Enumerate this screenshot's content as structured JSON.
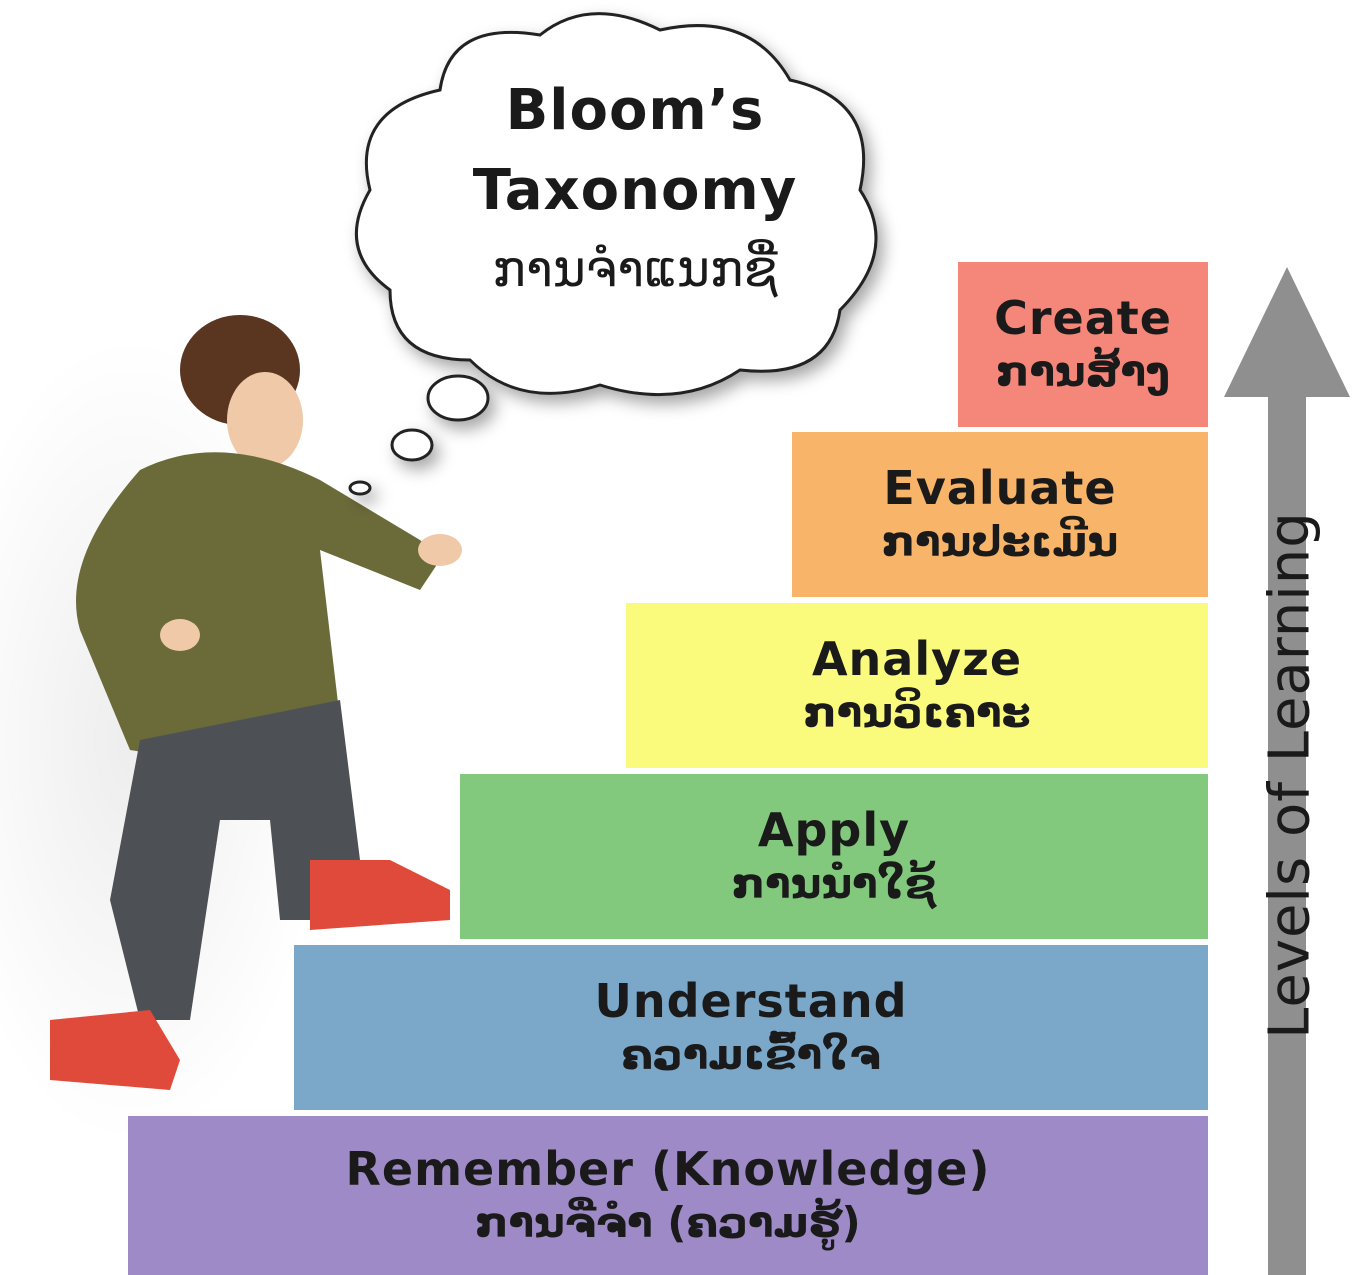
{
  "cloud": {
    "title_line1": "Bloom’s",
    "title_line2": "Taxonomy",
    "subtitle": "ການຈຳແນກຊື່"
  },
  "levels": [
    {
      "en": "Create",
      "lao": "ການສ້າງ",
      "color": "#f4877a"
    },
    {
      "en": "Evaluate",
      "lao": "ການປະເມີນ",
      "color": "#f8b468"
    },
    {
      "en": "Analyze",
      "lao": "ການວິເຄາະ",
      "color": "#fafa7c"
    },
    {
      "en": "Apply",
      "lao": "ການນຳໃຊ້",
      "color": "#82c97e"
    },
    {
      "en": "Understand",
      "lao": "ຄວາມເຂົ້າໃຈ",
      "color": "#7ba7c9"
    },
    {
      "en": "Remember (Knowledge)",
      "lao": "ການຈື່ຈຳ (ຄວາມຮູ້)",
      "color": "#9d8ac6"
    }
  ],
  "arrow": {
    "label": "Levels of Learning",
    "color": "#8f8f8f"
  }
}
